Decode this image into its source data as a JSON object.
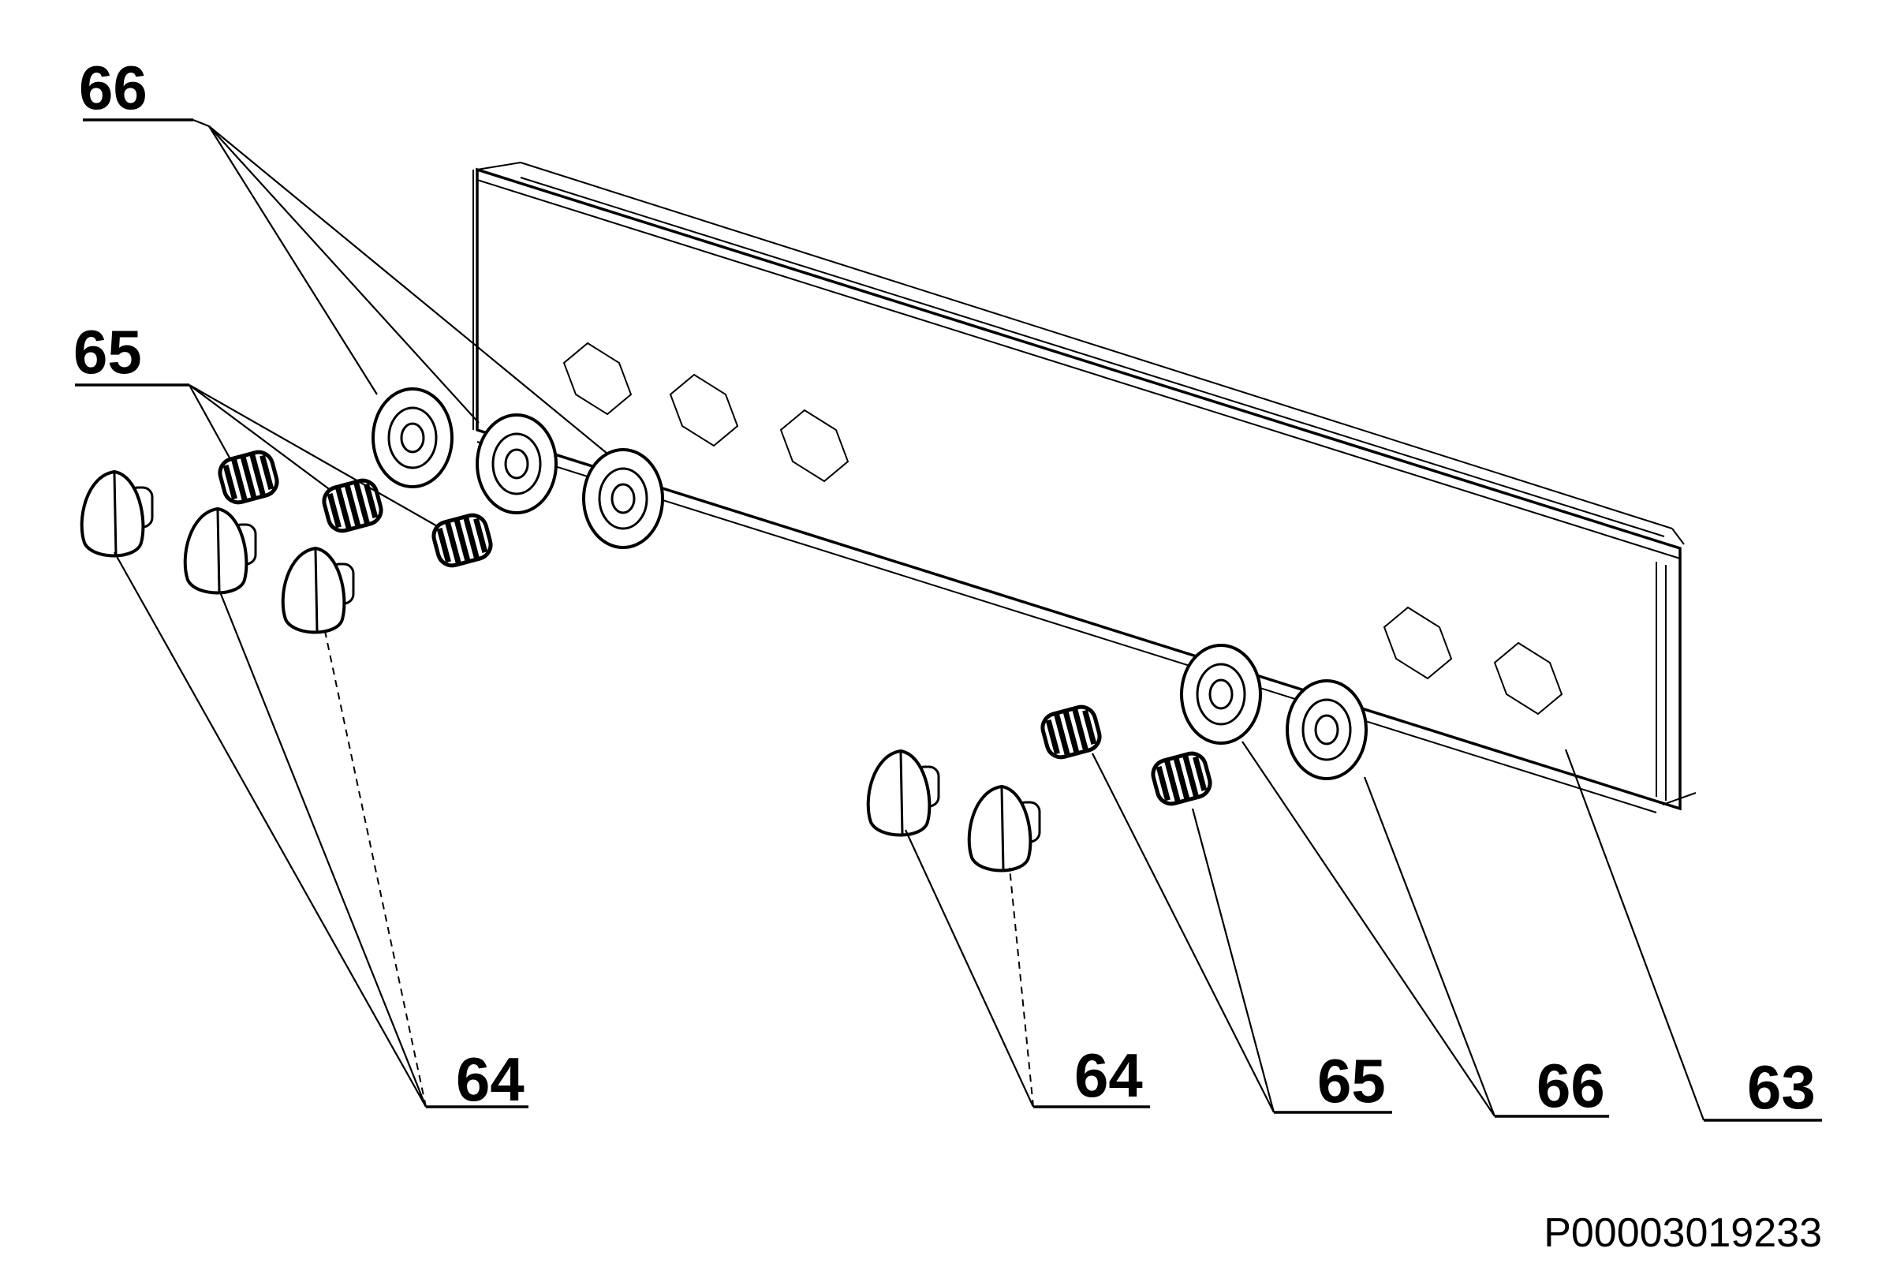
{
  "diagram": {
    "callouts": [
      {
        "id": "c66-top",
        "text": "66"
      },
      {
        "id": "c65-left",
        "text": "65"
      },
      {
        "id": "c64-left",
        "text": "64"
      },
      {
        "id": "c64-right",
        "text": "64"
      },
      {
        "id": "c65-right",
        "text": "65"
      },
      {
        "id": "c66-right",
        "text": "66"
      },
      {
        "id": "c63",
        "text": "63"
      }
    ],
    "document_id": "P00003019233",
    "colors": {
      "ink": "#000000",
      "paper": "#ffffff"
    }
  }
}
